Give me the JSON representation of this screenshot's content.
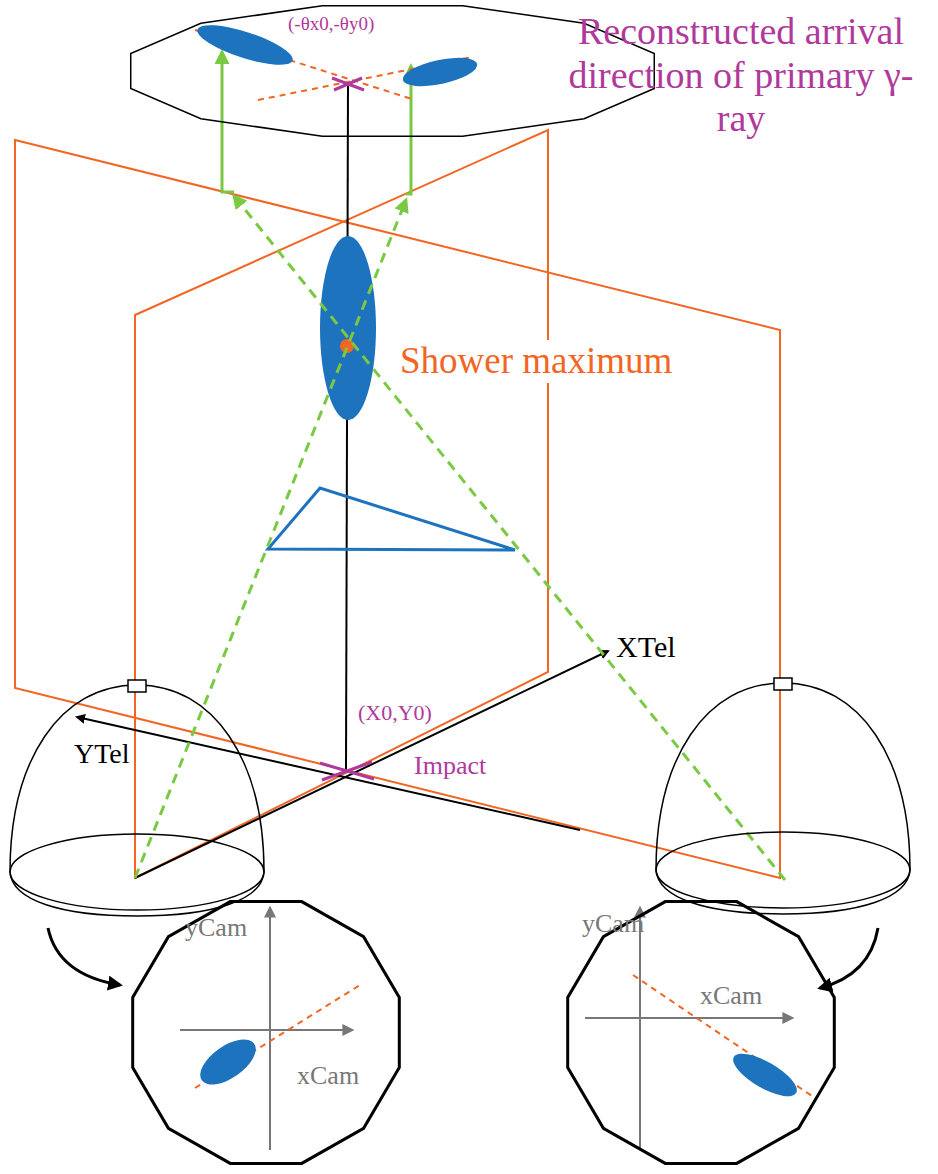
{
  "diagram": {
    "nodes": [
      {
        "text": [
          "(-θx0,-θy0)"
        ]
      },
      {
        "text": [
          "yCam",
          "xCam"
        ]
      },
      {
        "text": [
          "yCam",
          "xCam"
        ]
      }
    ],
    "labels": [
      "Reconstructed arrival direction of primary γ-ray",
      "Shower maximum",
      "XTel",
      "YTel",
      "(X0,Y0)",
      "Impact"
    ]
  }
}
